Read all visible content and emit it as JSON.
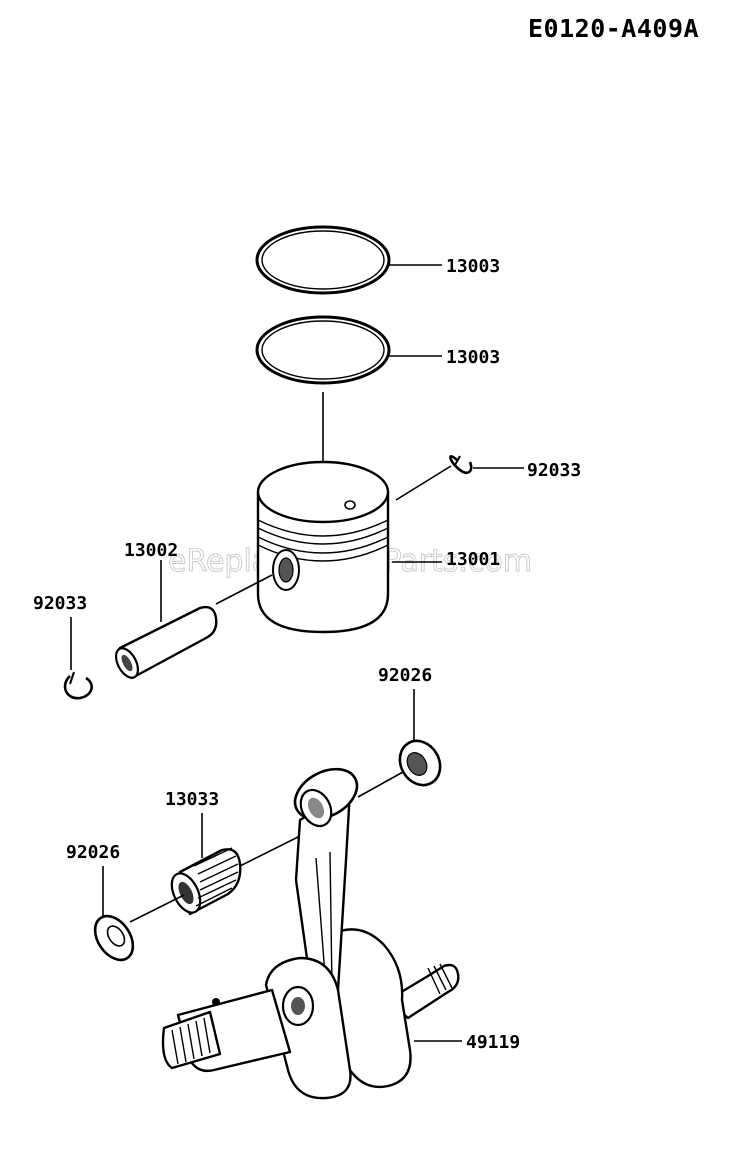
{
  "header": {
    "diagram_code": "E0120-A409A"
  },
  "watermark": "eReplacementParts.com",
  "parts": [
    {
      "id": "ring-top",
      "number": "13003"
    },
    {
      "id": "ring-second",
      "number": "13003"
    },
    {
      "id": "clip-right",
      "number": "92033"
    },
    {
      "id": "piston",
      "number": "13001"
    },
    {
      "id": "piston-pin",
      "number": "13002"
    },
    {
      "id": "clip-left",
      "number": "92033"
    },
    {
      "id": "washer-right",
      "number": "92026"
    },
    {
      "id": "needle-bearing",
      "number": "13033"
    },
    {
      "id": "washer-left",
      "number": "92026"
    },
    {
      "id": "crankshaft",
      "number": "49119"
    }
  ]
}
